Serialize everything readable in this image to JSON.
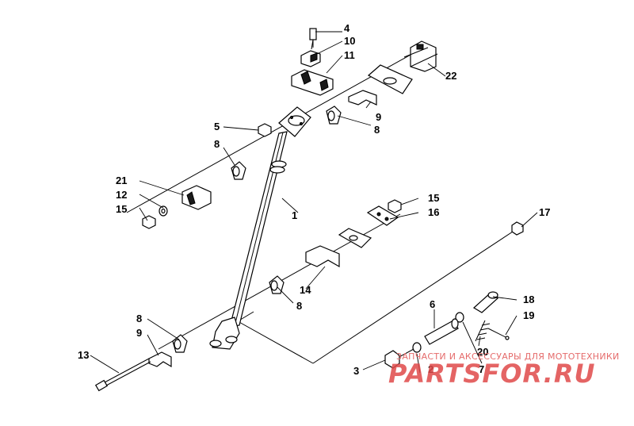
{
  "callouts": {
    "c1": "1",
    "c2": "2",
    "c3": "3",
    "c4": "4",
    "c5": "5",
    "c6": "6",
    "c7": "7",
    "c8a": "8",
    "c8b": "8",
    "c8c": "8",
    "c8d": "8",
    "c9a": "9",
    "c9b": "9",
    "c10": "10",
    "c11": "11",
    "c12": "12",
    "c13": "13",
    "c14": "14",
    "c15a": "15",
    "c15b": "15",
    "c16": "16",
    "c17": "17",
    "c18": "18",
    "c19": "19",
    "c20": "20",
    "c21": "21",
    "c22": "22"
  },
  "watermark": {
    "subtitle": "ЗАПЧАСТИ И АКСЕССУАРЫ ДЛЯ МОТОТЕХНИКИ",
    "logo": "PARTSFOR.RU"
  }
}
